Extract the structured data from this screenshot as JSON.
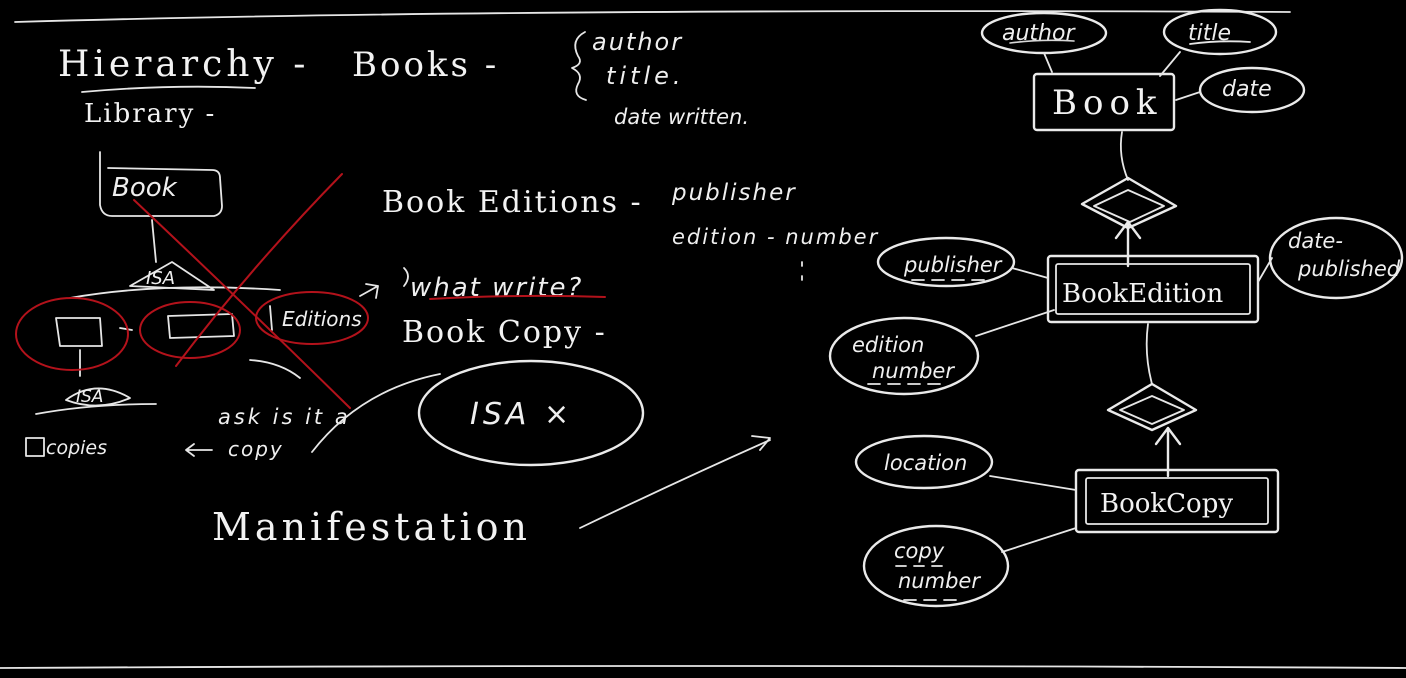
{
  "notes": {
    "hierarchy": "Hierarchy -",
    "library": "Library -",
    "books": "Books -",
    "books_attrs": [
      "author",
      "title.",
      "date written."
    ],
    "book_editions": "Book Editions -",
    "edition_attrs": [
      "publisher",
      "edition - number"
    ],
    "what_write": "what write?",
    "book_copy": "Book Copy -",
    "ask_is_it_a": "ask is it a",
    "copy": "copy",
    "isa_x": "ISA ×",
    "manifestation": "Manifestation"
  },
  "sketch": {
    "book": "Book",
    "isa_top": "ISA",
    "isa_bottom": "ISA",
    "editions": "Editions",
    "copies": "copies"
  },
  "er": {
    "entities": {
      "book": "Book",
      "book_edition": "BookEdition",
      "book_copy": "BookCopy"
    },
    "attributes": {
      "author": "author",
      "title": "title",
      "date": "date",
      "publisher": "publisher",
      "date_published_1": "date-",
      "date_published_2": "published",
      "edition_number_1": "edition",
      "edition_number_2": "number",
      "location": "location",
      "copy_number_1": "copy",
      "copy_number_2": "number"
    }
  },
  "colors": {
    "background": "#000000",
    "chalk": "#eeeeee",
    "cross_out": "#b3121b"
  }
}
